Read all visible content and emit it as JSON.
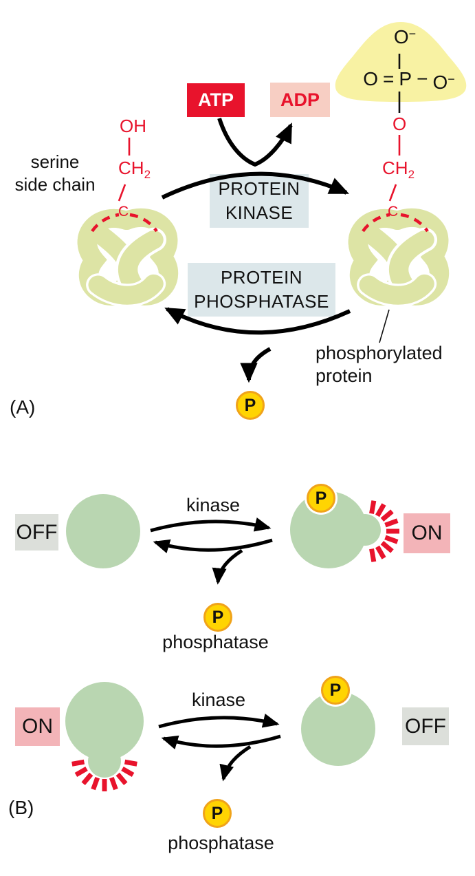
{
  "colors": {
    "atp_red": "#e8132c",
    "adp_pink": "#f7cec3",
    "enzyme_box_blue": "#dce7ea",
    "phosphate_blob_yellow": "#f8f2a3",
    "protein_knot_green": "#dde4a5",
    "protein_green": "#b9d6b1",
    "phosphate_badge_yellow": "#ffd402",
    "phosphate_badge_border": "#f0a31a",
    "off_gray": "#dcdfda",
    "on_pink": "#f3b4b8",
    "signal_red": "#e8132c",
    "arrow_black": "#000000"
  },
  "panel_a": {
    "label": "(A)",
    "serine_label_line1": "serine",
    "serine_label_line2": "side chain",
    "atp": "ATP",
    "adp": "ADP",
    "kinase_box_line1": "PROTEIN",
    "kinase_box_line2": "KINASE",
    "phosphatase_box_line1": "PROTEIN",
    "phosphatase_box_line2": "PHOSPHATASE",
    "phospho_label_line1": "phosphorylated",
    "phospho_label_line2": "protein",
    "serine_oh": "OH",
    "serine_ch": "CH",
    "serine_ch_sub": "2",
    "serine_c": "C",
    "linker_o": "O",
    "phosphate_group": {
      "top_o": "O",
      "top_charge": "−",
      "left_o": "O",
      "double_bond": "=",
      "p": "P",
      "single_bond": "−",
      "right_o": "O",
      "right_charge": "−"
    },
    "phosphate_badge": "P"
  },
  "panel_b": {
    "label": "(B)",
    "rows": [
      {
        "left_state": "OFF",
        "kinase": "kinase",
        "phosphatase": "phosphatase",
        "right_state": "ON",
        "phosphate_badge": "P"
      },
      {
        "left_state": "ON",
        "kinase": "kinase",
        "phosphatase": "phosphatase",
        "right_state": "OFF",
        "phosphate_badge": "P"
      }
    ]
  }
}
